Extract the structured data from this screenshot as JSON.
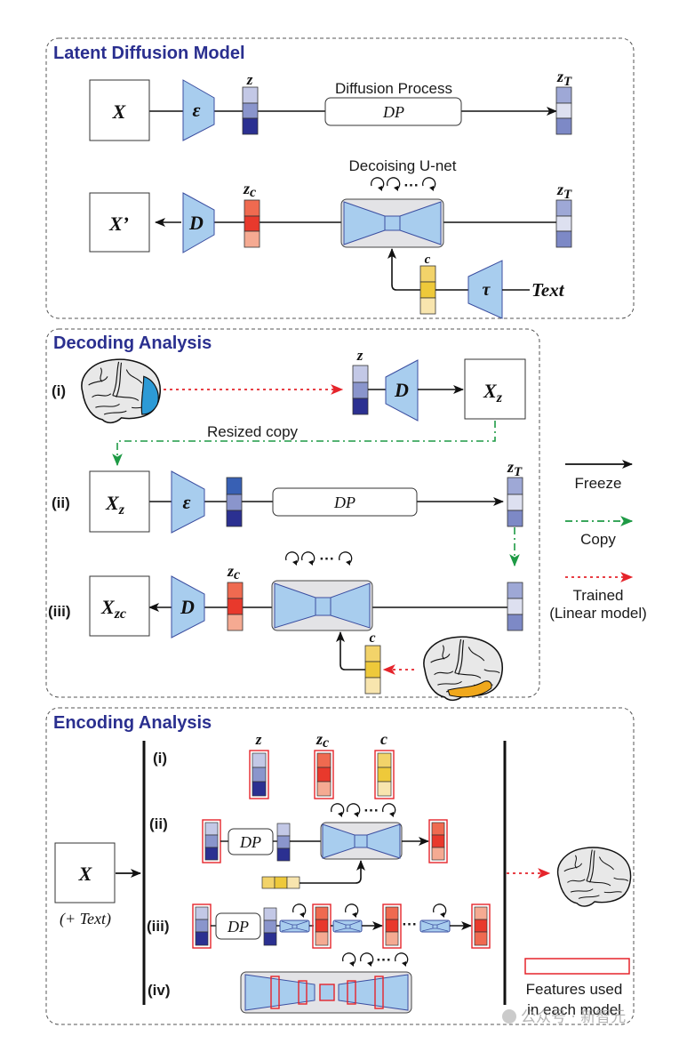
{
  "colors": {
    "title": "#2a2f8f",
    "module_fill": "#a8cdee",
    "module_stroke": "#3b4ea0",
    "unet_bg": "#e3e3e6",
    "z_blocks": [
      "#c3c8e6",
      "#8a95cc",
      "#2b3091"
    ],
    "zT_blocks": [
      "#9ea8d6",
      "#dde0f0",
      "#7d89c6"
    ],
    "zc_blocks": [
      "#ef6a50",
      "#e8392c",
      "#f5aa92"
    ],
    "c_blocks": [
      "#f2d36a",
      "#eec93a",
      "#f8e5ae"
    ],
    "freeze": "#111111",
    "copy": "#1e9a45",
    "trained": "#e5242b",
    "feature_box": "#e5242b",
    "brain_fill": "#e8e8e8",
    "brain_visual_roi": "#2c9ad6",
    "brain_semantic_roi": "#f0a81c"
  },
  "ldm": {
    "title": "Latent Diffusion Model",
    "input": "X",
    "encoder": "ε",
    "z": "z",
    "diffusion_label": "Diffusion Process",
    "dp": "DP",
    "zT": "z",
    "zT_sub": "T",
    "unet_label": "Decoising U-net",
    "loop": "···",
    "output": "X’",
    "decoder": "D",
    "zc": "z",
    "zc_sub": "c",
    "c": "c",
    "text_encoder": "τ",
    "text": "Text"
  },
  "decoding": {
    "title": "Decoding Analysis",
    "rows": [
      {
        "label": "(i)",
        "z": "z",
        "decoder": "D",
        "output": "X",
        "output_sub": "z"
      },
      {
        "label": "(ii)",
        "input": "X",
        "input_sub": "z",
        "encoder": "ε",
        "dp": "DP",
        "zT": "z",
        "zT_sub": "T"
      },
      {
        "label": "(iii)",
        "output": "X",
        "output_sub": "zc",
        "decoder": "D",
        "zc": "z",
        "zc_sub": "c",
        "c": "c",
        "loop": "···"
      }
    ],
    "resized_copy": "Resized copy"
  },
  "legend": [
    {
      "style": "solid",
      "label": "Freeze",
      "sub": ""
    },
    {
      "style": "dash-dot",
      "label": "Copy",
      "sub": ""
    },
    {
      "style": "dotted",
      "label": "Trained",
      "sub": "(Linear model)"
    }
  ],
  "encoding": {
    "title": "Encoding Analysis",
    "input": "X",
    "input_note": "(+ Text)",
    "rows": [
      {
        "label": "(i)",
        "features": [
          "z",
          "z",
          "c"
        ],
        "feature_subs": [
          "",
          "c",
          ""
        ]
      },
      {
        "label": "(ii)",
        "dp": "DP",
        "loop": "···"
      },
      {
        "label": "(iii)",
        "dp": "DP",
        "ellipsis": "···"
      },
      {
        "label": "(iv)",
        "loop": "···"
      }
    ],
    "features_legend_line1": "Features used",
    "features_legend_line2": "in each model"
  },
  "watermark": "公众号 · 新智元"
}
